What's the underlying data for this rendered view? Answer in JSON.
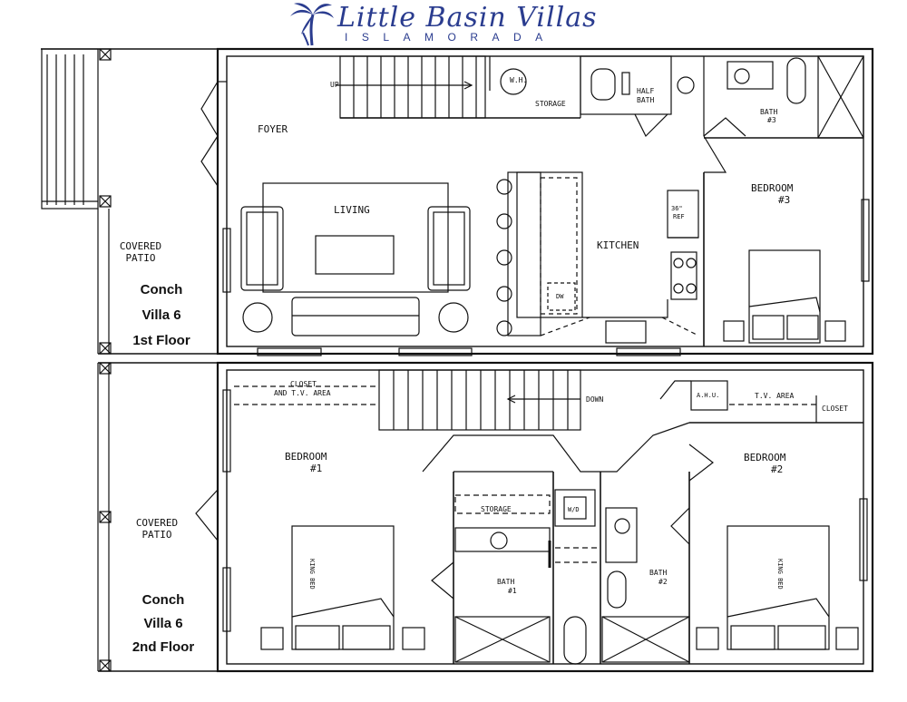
{
  "brand": {
    "name": "Little Basin Villas",
    "location": "ISLAMORADA",
    "brand_color": "#2a3c8f"
  },
  "floor1": {
    "info": {
      "line1": "Conch",
      "line2": "Villa 6",
      "line3": "1st Floor"
    },
    "rooms": {
      "covered_patio_a": "COVERED",
      "covered_patio_b": "PATIO",
      "foyer": "FOYER",
      "living": "LIVING",
      "kitchen": "KITCHEN",
      "up": "UP",
      "wh": "W.H.",
      "storage": "STORAGE",
      "half_bath_a": "HALF",
      "half_bath_b": "BATH",
      "bath3_a": "BATH",
      "bath3_b": "#3",
      "bedroom3_a": "BEDROOM",
      "bedroom3_b": "#3",
      "fridge_a": "36\"",
      "fridge_b": "REF",
      "dw": "DW"
    }
  },
  "floor2": {
    "info": {
      "line1": "Conch",
      "line2": "Villa 6",
      "line3": "2nd Floor"
    },
    "rooms": {
      "covered_patio_a": "COVERED",
      "covered_patio_b": "PATIO",
      "closet_tv_a": "CLOSET",
      "closet_tv_b": "AND T.V. AREA",
      "down": "DOWN",
      "ahu": "A.H.U.",
      "tv_area": "T.V. AREA",
      "closet": "CLOSET",
      "bedroom1_a": "BEDROOM",
      "bedroom1_b": "#1",
      "bedroom2_a": "BEDROOM",
      "bedroom2_b": "#2",
      "storage": "STORAGE",
      "wd": "W/D",
      "bath1_a": "BATH",
      "bath1_b": "#1",
      "bath2_a": "BATH",
      "bath2_b": "#2",
      "king_bed_1": "KING BED",
      "king_bed_2": "KING BED"
    }
  }
}
